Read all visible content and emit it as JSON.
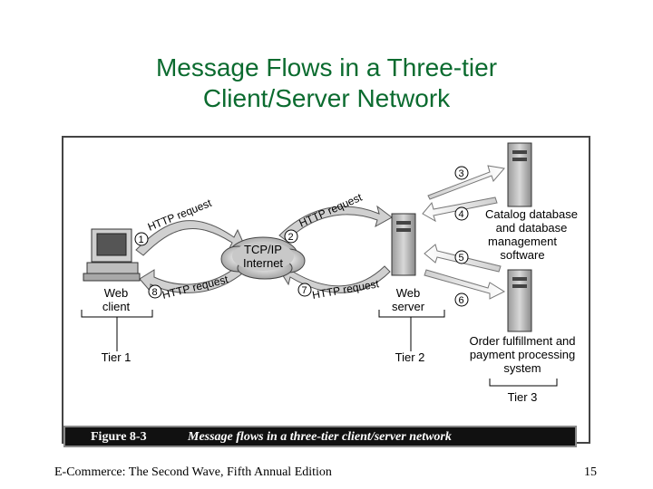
{
  "slide": {
    "title_line1": "Message Flows in a Three-tier",
    "title_line2": "Client/Server Network",
    "footer_left": "E-Commerce: The Second Wave, Fifth Annual Edition",
    "page_number": "15"
  },
  "figure": {
    "caption_number": "Figure 8-3",
    "caption_text": "Message flows in a three-tier client/server network",
    "cloud_line1": "TCP/IP",
    "cloud_line2": "Internet",
    "web_client_line1": "Web",
    "web_client_line2": "client",
    "web_server_line1": "Web",
    "web_server_line2": "server",
    "tier1": "Tier 1",
    "tier2": "Tier 2",
    "tier3": "Tier 3",
    "catalog_line1": "Catalog database",
    "catalog_line2": "and database",
    "catalog_line3": "management",
    "catalog_line4": "software",
    "order_line1": "Order fulfillment and",
    "order_line2": "payment processing",
    "order_line3": "system",
    "arc_label": "HTTP request",
    "step1": "1",
    "step2": "2",
    "step3": "3",
    "step4": "4",
    "step5": "5",
    "step6": "6",
    "step7": "7",
    "step8": "8"
  },
  "colors": {
    "title": "#0b6b2f",
    "arrow_fill": "#d8d8d8",
    "arrow_stroke": "#555555"
  }
}
